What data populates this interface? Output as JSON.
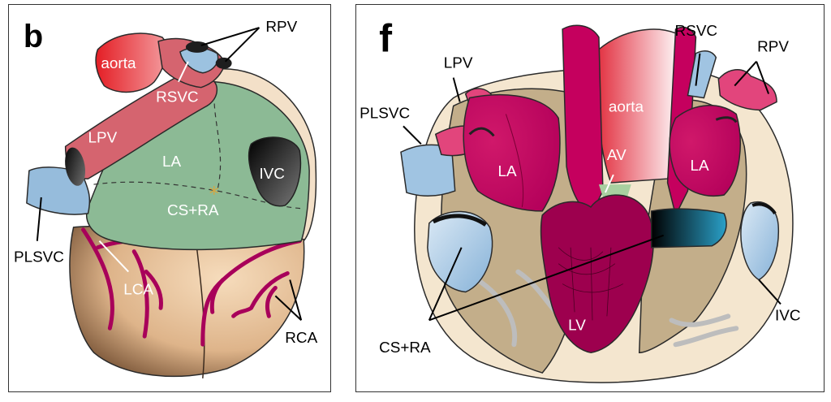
{
  "panel_b": {
    "letter": "b",
    "labels": {
      "rpv": "RPV",
      "aorta": "aorta",
      "rsvc": "RSVC",
      "lpv": "LPV",
      "la": "LA",
      "ivc": "IVC",
      "cs_ra": "CS+RA",
      "plsvc": "PLSVC",
      "lca": "LCA",
      "rca": "RCA"
    }
  },
  "panel_f": {
    "letter": "f",
    "labels": {
      "lpv": "LPV",
      "plsvc": "PLSVC",
      "rsvc": "RSVC",
      "rpv": "RPV",
      "aorta": "aorta",
      "av": "AV",
      "la_left": "LA",
      "la_right": "LA",
      "lv": "LV",
      "ivc": "IVC",
      "cs_ra": "CS+RA"
    }
  },
  "colors": {
    "la_green": "#8dbb96",
    "aorta_red": "#e8242a",
    "pv_pink": "#d96070",
    "ventricle_tan": "#e9c59d",
    "artery_magenta": "#b0005a",
    "vein_blue": "#9cc2e0",
    "atrium_magenta": "#c8005e",
    "shell_beige": "#f3e6cf"
  }
}
